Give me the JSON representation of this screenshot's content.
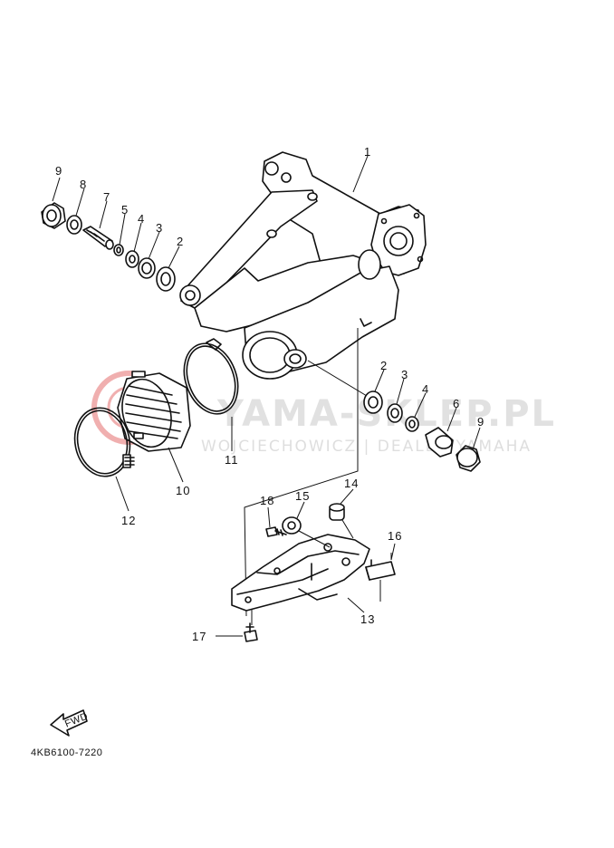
{
  "watermark": {
    "brand": "YAMA-SKLEP.PL",
    "dealer": "WOJCIECHOWICZ | DEALER YAMAHA",
    "logo_color": "#e05050"
  },
  "diagram_code": "4KB6100-7220",
  "fwd_label": "FWD",
  "callouts": {
    "c1": "1",
    "c2a": "2",
    "c3a": "3",
    "c4a": "4",
    "c5": "5",
    "c7": "7",
    "c8": "8",
    "c9a": "9",
    "c2b": "2",
    "c3b": "3",
    "c4b": "4",
    "c6": "6",
    "c9b": "9",
    "c10": "10",
    "c11": "11",
    "c12": "12",
    "c13": "13",
    "c14": "14",
    "c15": "15",
    "c16": "16",
    "c17": "17",
    "c18": "18"
  }
}
